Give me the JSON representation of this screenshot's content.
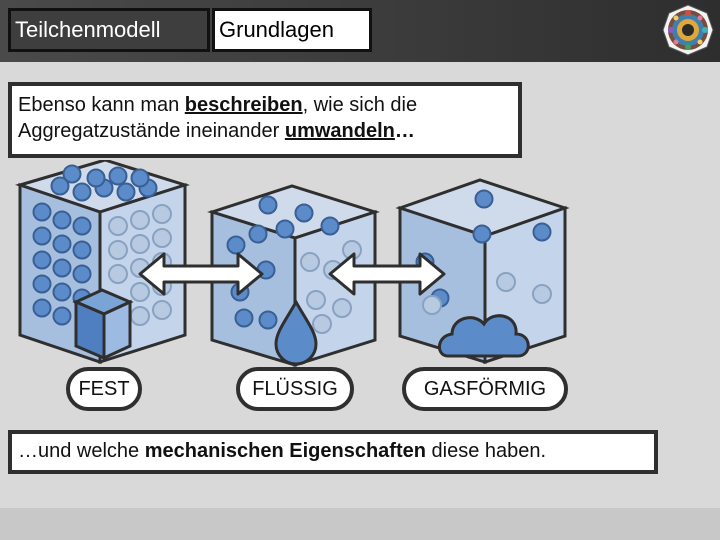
{
  "header": {
    "title_part1": "Teilchenmodell",
    "title_part2": "Grundlagen"
  },
  "intro": {
    "line1_a": "Ebenso kann man ",
    "line1_b": "beschreiben",
    "line1_c": ", wie sich die",
    "line2_a": "Aggregatzustände ineinander ",
    "line2_b": "umwandeln",
    "line2_c": "…"
  },
  "states": {
    "solid": "FEST",
    "liquid": "FLÜSSIG",
    "gas": "GASFÖRMIG"
  },
  "outro": {
    "a": "…und welche ",
    "b": "mechanischen Eigenschaften",
    "c": " diese haben."
  },
  "icons": [
    "logo-icon",
    "solid-cube-icon",
    "liquid-cube-icon",
    "gas-cube-icon",
    "double-arrow-icon",
    "ice-cube-icon",
    "water-drop-icon",
    "cloud-icon"
  ],
  "colors": {
    "cube_light": "#b8cde6",
    "cube_mid": "#8fb0d8",
    "particle": "#5b8bc9",
    "outline": "#2f2f2f"
  }
}
